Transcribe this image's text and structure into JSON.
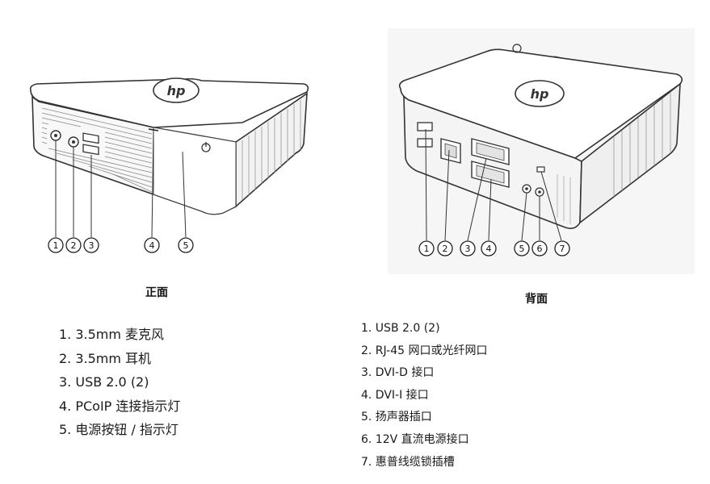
{
  "front_view": {
    "title": "正面",
    "callouts": [
      "1",
      "2",
      "3",
      "4",
      "5"
    ],
    "legend": [
      "1. 3.5mm 麦克风",
      "2. 3.5mm 耳机",
      "3. USB 2.0 (2)",
      "4. PCoIP 连接指示灯",
      "5. 电源按钮 / 指示灯"
    ]
  },
  "back_view": {
    "title": "背面",
    "callouts": [
      "1",
      "2",
      "3",
      "4",
      "5",
      "6",
      "7"
    ],
    "legend": [
      "1. USB 2.0 (2)",
      "2. RJ-45 网口或光纤网口",
      "3. DVI-D 接口",
      "4. DVI-I 接口",
      "5. 扬声器插口",
      "6. 12V 直流电源接口",
      "7. 惠普线缆锁插槽"
    ]
  },
  "logo": {
    "text": "hp"
  }
}
